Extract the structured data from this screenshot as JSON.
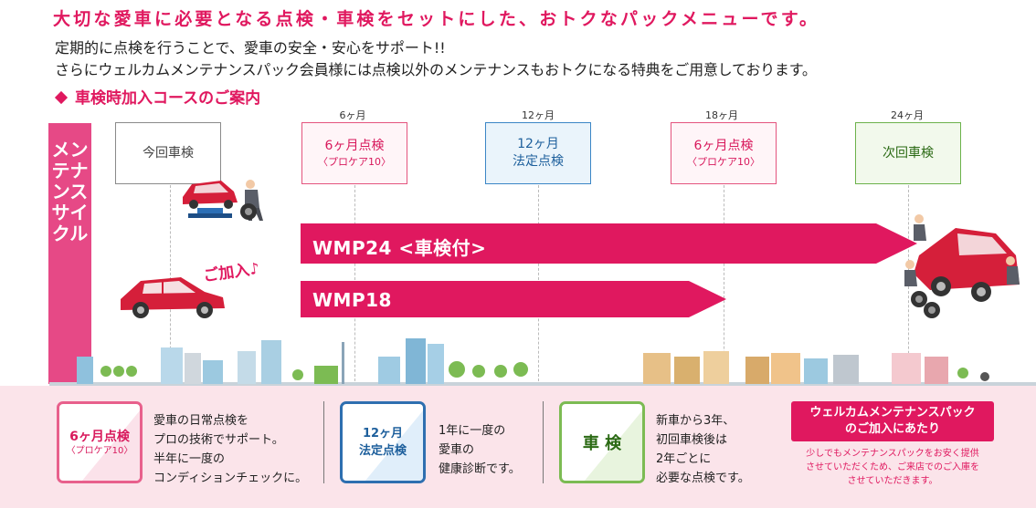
{
  "header": {
    "headline": "大切な愛車に必要となる点検・車検をセットにした、おトクなパックメニューです。",
    "intro_line1": "定期的に点検を行うことで、愛車の安全・安心をサポート!!",
    "intro_line2": "さらにウェルカムメンテナンスパック会員様には点検以外のメンテナンスもおトクになる特典をご用意しております。",
    "course_title": "車検時加入コースのご案内"
  },
  "cycle_label": "メンテナンスサイクル",
  "timeline": {
    "months": [
      "6ヶ月",
      "12ヶ月",
      "18ヶ月",
      "24ヶ月"
    ],
    "stages": [
      {
        "title": "今回車検",
        "sub": ""
      },
      {
        "title": "6ヶ月点検",
        "sub": "〈プロケア10〉"
      },
      {
        "title": "12ヶ月",
        "sub": "法定点検"
      },
      {
        "title": "6ヶ月点検",
        "sub": "〈プロケア10〉"
      },
      {
        "title": "次回車検",
        "sub": ""
      }
    ]
  },
  "plans": {
    "wmp24": "WMP24 <車検付>",
    "wmp18": "WMP18",
    "join_text": "ご加入♪"
  },
  "legend": {
    "items": [
      {
        "title": "6ヶ月点検",
        "sub": "〈プロケア10〉",
        "desc": [
          "愛車の日常点検を",
          "プロの技術でサポート。",
          "半年に一度の",
          "コンディションチェックに。"
        ]
      },
      {
        "title": "12ヶ月",
        "sub": "法定点検",
        "desc": [
          "1年に一度の",
          "愛車の",
          "健康診断です。"
        ]
      },
      {
        "title": "車 検",
        "sub": "",
        "desc": [
          "新車から3年、",
          "初回車検後は",
          "2年ごとに",
          "必要な点検です。"
        ]
      }
    ],
    "join_box": {
      "title_line1": "ウェルカムメンテナンスパック",
      "title_line2": "のご加入にあたり",
      "body_line1": "少しでもメンテナンスパックをお安く提供",
      "body_line2": "させていただくため、ご来店でのご入庫を",
      "body_line3": "させていただきます。"
    }
  },
  "colors": {
    "accent_pink": "#e0185f",
    "cycle_pink": "#e64986",
    "blue": "#2e6fb0",
    "green": "#7cbb53",
    "band": "#fbe4ea"
  }
}
